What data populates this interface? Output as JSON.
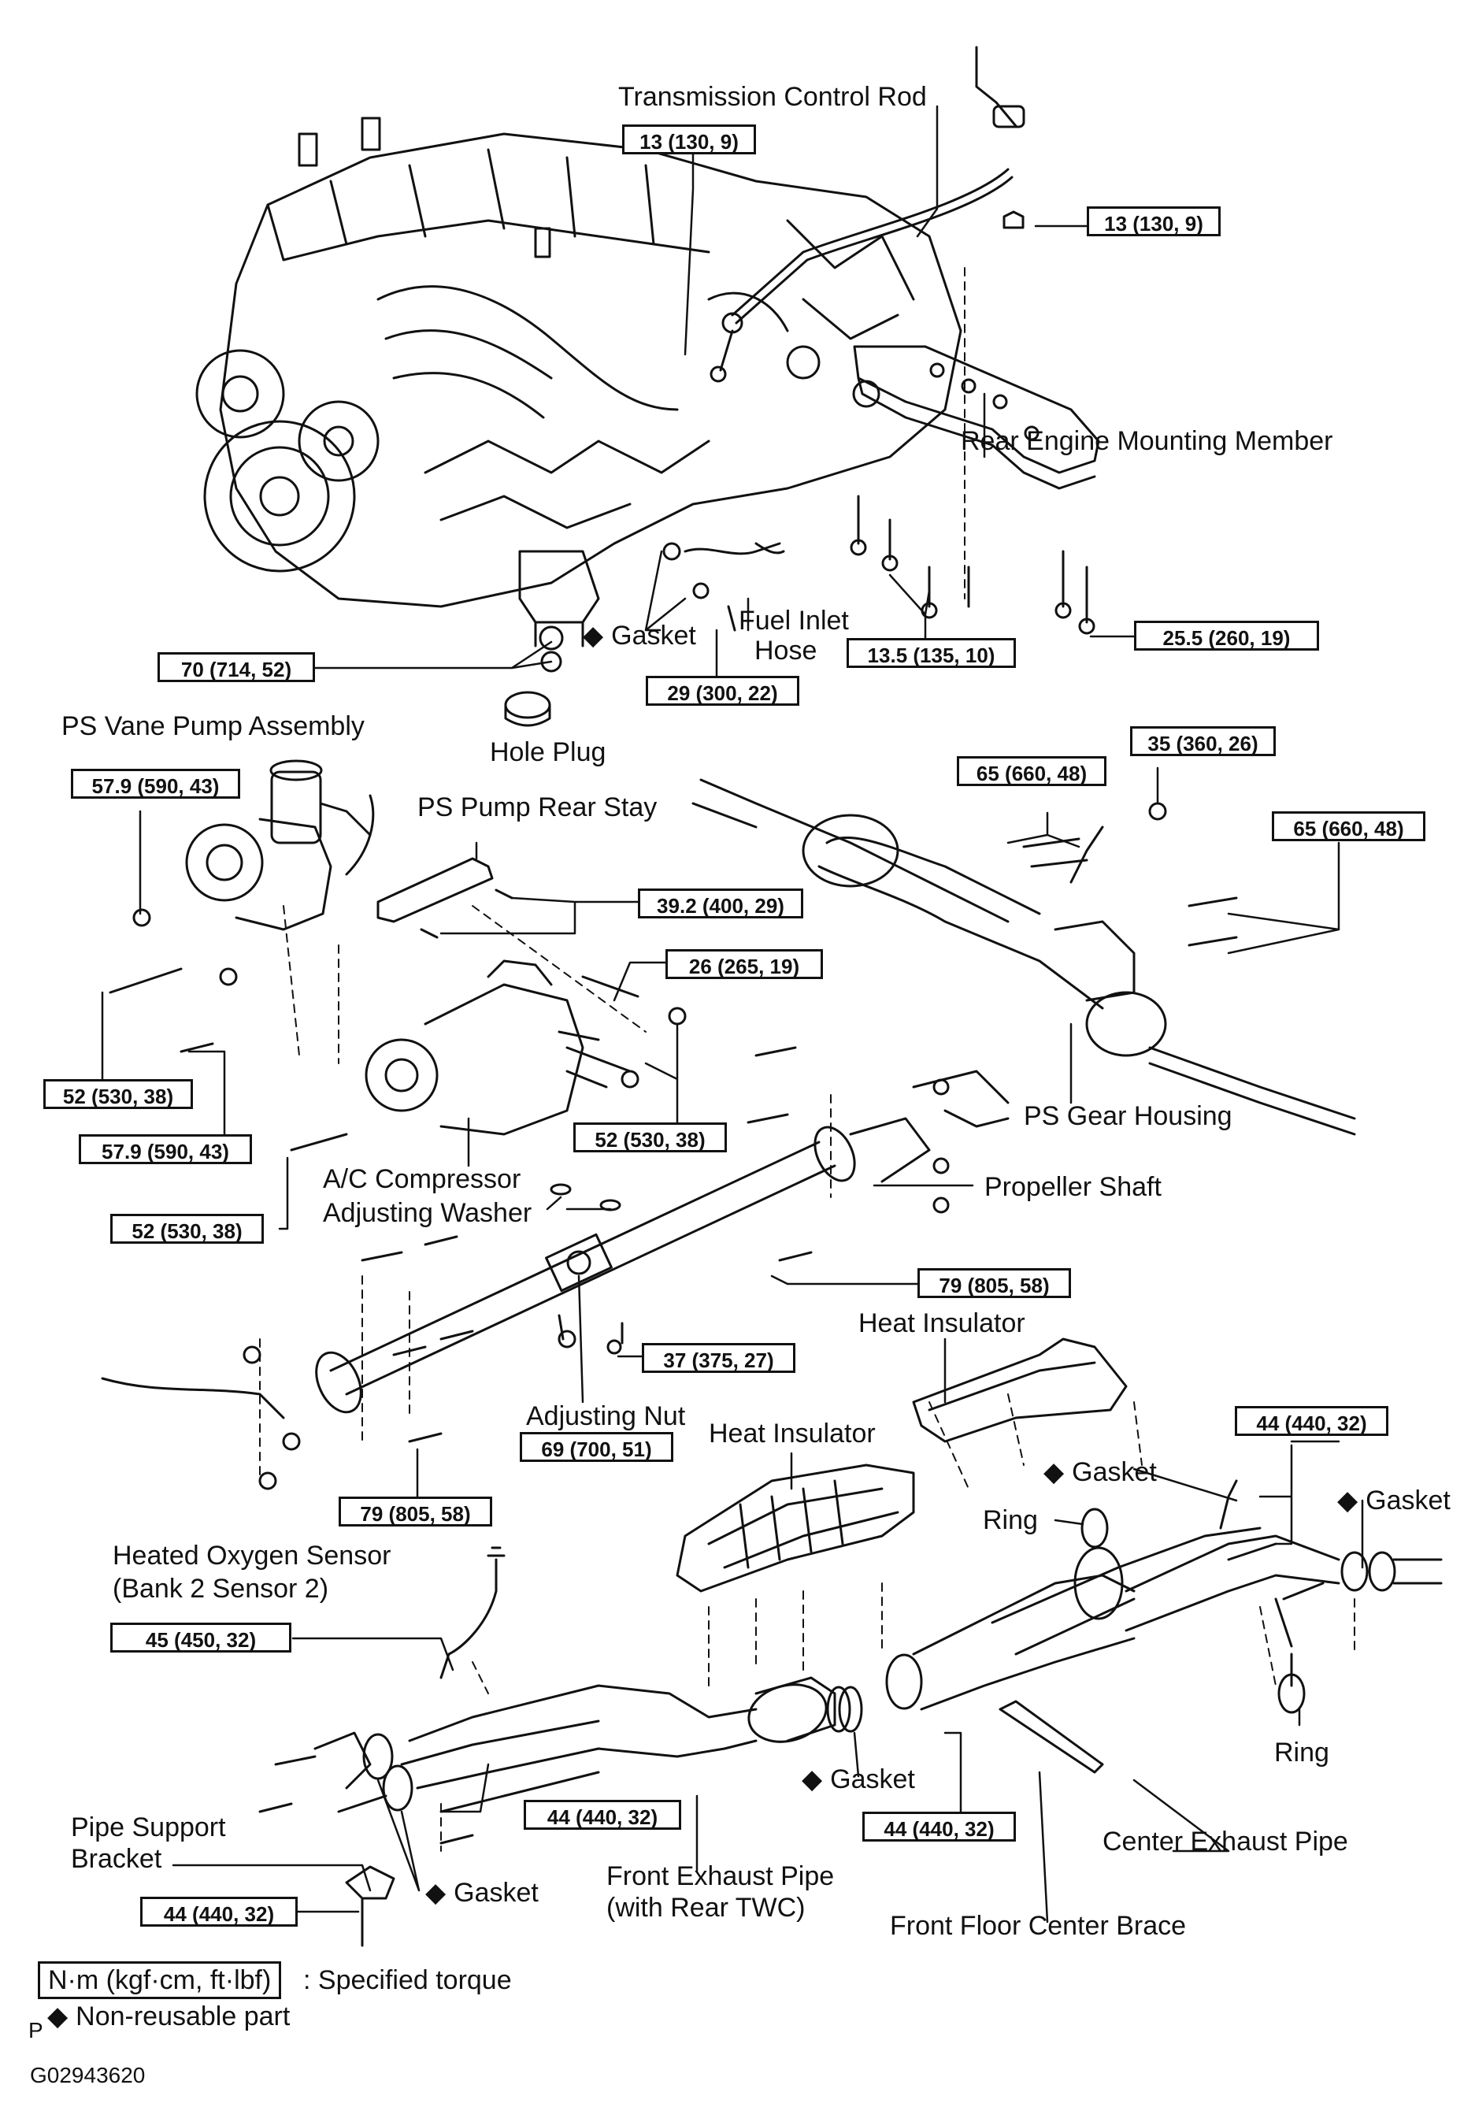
{
  "labels": {
    "transmission_control_rod": "Transmission Control Rod",
    "rear_engine_mounting_member": "Rear Engine Mounting Member",
    "gasket_top": "Gasket",
    "fuel_inlet": "Fuel Inlet",
    "hose": "Hose",
    "hole_plug": "Hole Plug",
    "ps_vane_pump_assembly": "PS Vane Pump Assembly",
    "ps_pump_rear_stay": "PS Pump Rear Stay",
    "ps_gear_housing": "PS Gear Housing",
    "ac_compressor": "A/C Compressor",
    "adjusting_washer": "Adjusting Washer",
    "propeller_shaft": "Propeller Shaft",
    "adjusting_nut": "Adjusting Nut",
    "heat_insulator_upper": "Heat Insulator",
    "heat_insulator_lower": "Heat Insulator",
    "gasket_mid": "Gasket",
    "ring_upper": "Ring",
    "gasket_right": "Gasket",
    "heated_oxygen_sensor": "Heated Oxygen Sensor",
    "bank2_sensor2": "(Bank 2 Sensor 2)",
    "ring_lower": "Ring",
    "gasket_front_pipe": "Gasket",
    "pipe_support": "Pipe Support",
    "bracket": "Bracket",
    "gasket_bottom": "Gasket",
    "front_exhaust_pipe": "Front Exhaust Pipe",
    "with_rear_twc": "(with Rear TWC)",
    "center_exhaust_pipe": "Center Exhaust Pipe",
    "front_floor_center_brace": "Front Floor Center Brace"
  },
  "torques": {
    "t_13a": "13 (130, 9)",
    "t_13b": "13 (130, 9)",
    "t_70": "70 (714, 52)",
    "t_29": "29 (300, 22)",
    "t_13_5": "13.5 (135, 10)",
    "t_25_5": "25.5 (260, 19)",
    "t_57_9a": "57.9 (590, 43)",
    "t_65a": "65 (660, 48)",
    "t_35": "35 (360, 26)",
    "t_65b": "65 (660, 48)",
    "t_39_2": "39.2 (400, 29)",
    "t_26": "26 (265, 19)",
    "t_52a": "52 (530, 38)",
    "t_57_9b": "57.9 (590, 43)",
    "t_52b": "52 (530, 38)",
    "t_52c": "52 (530, 38)",
    "t_79a": "79 (805, 58)",
    "t_37": "37 (375, 27)",
    "t_69": "69 (700, 51)",
    "t_79b": "79 (805, 58)",
    "t_44a": "44 (440, 32)",
    "t_45": "45 (450, 32)",
    "t_44b": "44 (440, 32)",
    "t_44c": "44 (440, 32)",
    "t_44d": "44 (440, 32)"
  },
  "legend": {
    "unit_box": "N·m (kgf·cm, ft·lbf)",
    "unit_desc": ": Specified torque",
    "p_mark": "P",
    "non_reusable": "Non-reusable part"
  },
  "figure_id": "G02943620",
  "colors": {
    "line": "#111111",
    "background": "#ffffff"
  }
}
